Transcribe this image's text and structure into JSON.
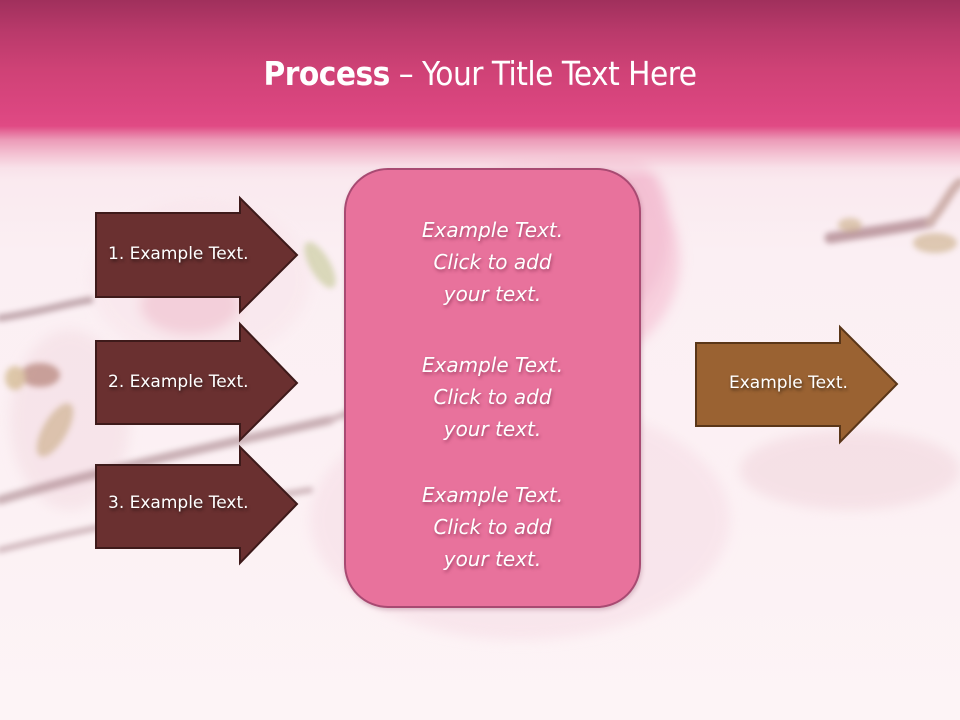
{
  "slide": {
    "title": {
      "bold": "Process",
      "separator": " – ",
      "rest": "Your Title Text Here"
    },
    "left_arrows": [
      {
        "label": "1. Example Text."
      },
      {
        "label": "2. Example Text."
      },
      {
        "label": "3. Example Text."
      }
    ],
    "center_box": {
      "blocks": [
        {
          "lines": [
            "Example Text.",
            "Click  to add",
            "your text."
          ]
        },
        {
          "lines": [
            "Example Text.",
            "Click  to add",
            "your text."
          ]
        },
        {
          "lines": [
            "Example Text.",
            "Click  to add",
            "your text."
          ]
        }
      ]
    },
    "right_arrow": {
      "label": "Example Text."
    },
    "colors": {
      "header_top": "#a0305c",
      "header_bottom": "#e04a84",
      "left_arrow_fill": "#6a3030",
      "left_arrow_border": "#3e1a1a",
      "center_box_fill": "#e8729c",
      "center_box_border": "#a84a72",
      "right_arrow_fill": "#9a6232",
      "right_arrow_border": "#5a3618",
      "text": "#ffffff"
    }
  }
}
